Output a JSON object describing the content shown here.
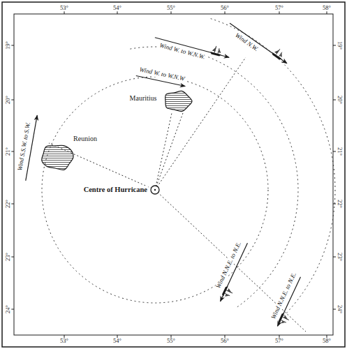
{
  "diagram": {
    "labels": [
      "53°",
      "54°",
      "55°",
      "56°",
      "57°",
      "58°",
      "53°",
      "54°",
      "55°",
      "56°",
      "57°",
      "58°",
      "19°",
      "20°",
      "21°",
      "22°",
      "23°",
      "24°",
      "19°",
      "20°",
      "21°",
      "22°",
      "23°",
      "24°",
      "Wind W. to W.N.W.",
      "Wind N.W.",
      "Wind W. to W.N.W",
      "Mauritius",
      "Reunion",
      "Wind S.S.W. to S.W.",
      "Centre of Hurricane",
      "Wind N.N.E. to N.E.",
      "Wind N.N.E. to N.E."
    ]
  }
}
